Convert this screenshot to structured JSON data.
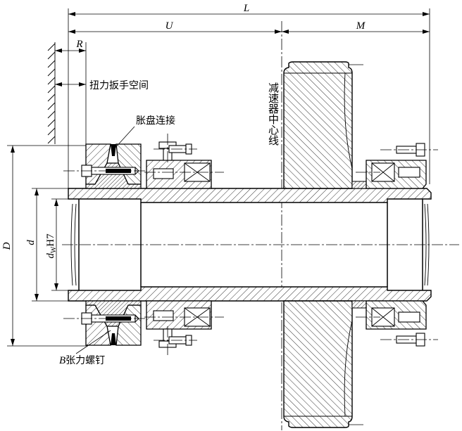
{
  "drawing": {
    "dimensions": {
      "overall_length": "L",
      "input_side_length": "U",
      "output_side_length": "M",
      "wrench_clearance": "R",
      "shrink_disc_diameter": "D",
      "shaft_outer_diameter": "d",
      "bore_diameter": {
        "symbol": "d",
        "subscript": "W",
        "tolerance": "H7"
      }
    },
    "callouts": {
      "torque_wrench_space": "扭力扳手空间",
      "shrink_disc_connection": "胀盘连接",
      "reducer_centerline": "减速器中心线",
      "tension_bolt": {
        "prefix": "B",
        "label": "张力螺钉"
      }
    }
  }
}
